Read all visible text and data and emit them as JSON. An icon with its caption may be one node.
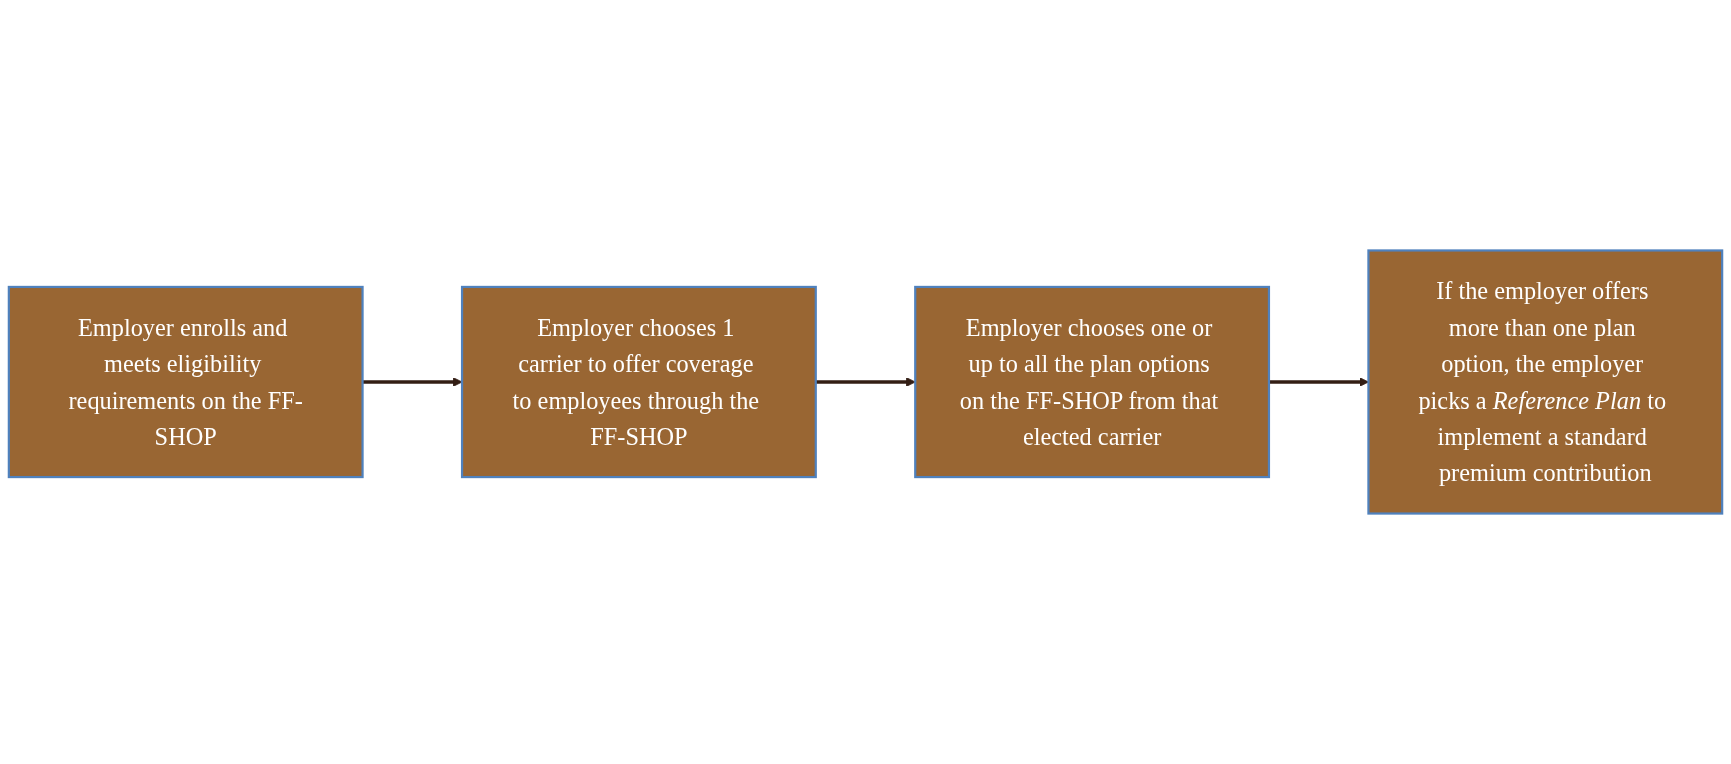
{
  "diagram": {
    "nodes": [
      {
        "text": [
          "Employer enrolls and meets eligibility requirements on the FF-SHOP"
        ]
      },
      {
        "text": [
          "Employer chooses 1 carrier to offer coverage to employees through the FF-SHOP"
        ]
      },
      {
        "text": [
          "Employer chooses one or up to all the plan options on the FF-SHOP from that elected carrier"
        ]
      },
      {
        "text": [
          "If the employer offers more than one plan option, the employer picks a *Reference Plan* to implement a standard premium contribution"
        ]
      }
    ],
    "edges": [
      {
        "from": 0,
        "to": 1,
        "arrow": "to"
      },
      {
        "from": 1,
        "to": 2,
        "arrow": "to"
      },
      {
        "from": 2,
        "to": 3,
        "arrow": "to"
      }
    ]
  }
}
